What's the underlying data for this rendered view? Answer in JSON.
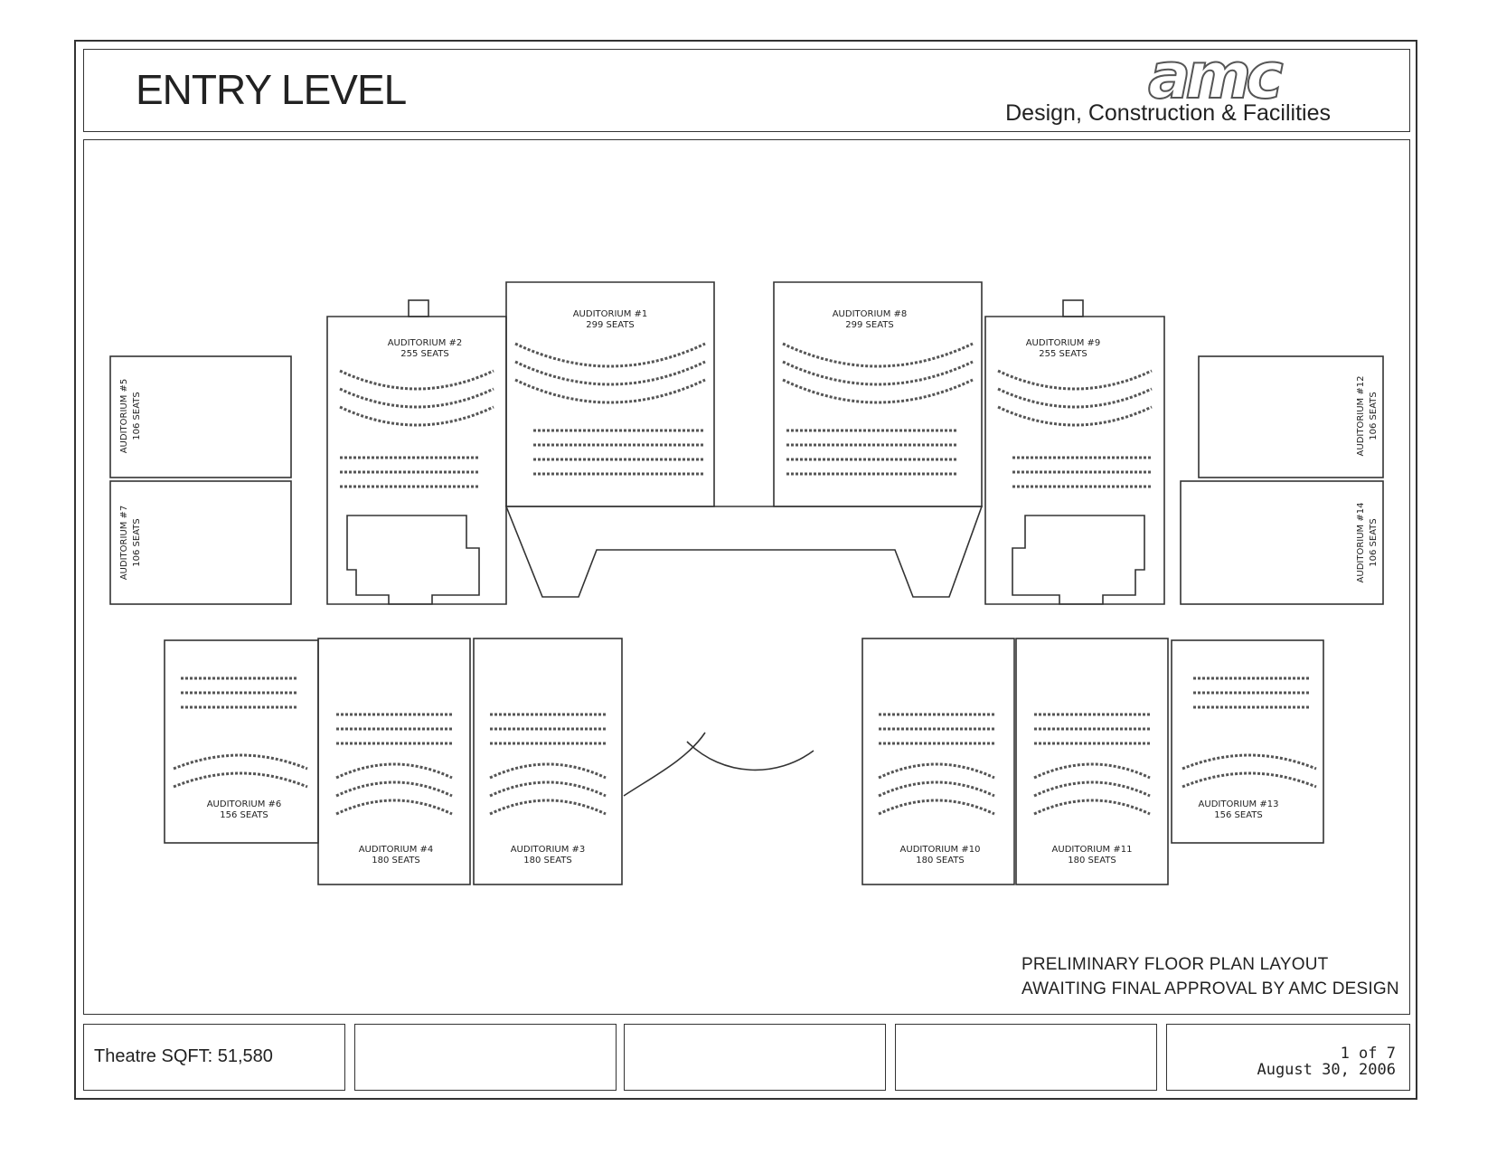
{
  "header": {
    "title": "ENTRY LEVEL",
    "logo_text": "amc",
    "tagline": "Design, Construction & Facilities"
  },
  "notes": {
    "line1": "PRELIMINARY FLOOR PLAN LAYOUT",
    "line2": "AWAITING FINAL APPROVAL BY AMC DESIGN"
  },
  "footer": {
    "sqft_label": "Theatre SQFT:",
    "sqft_value": "51,580",
    "page": "1 of 7",
    "date": "August 30, 2006"
  },
  "auditoriums": [
    {
      "id": "a1",
      "name": "AUDITORIUM #1",
      "seats": "299 SEATS"
    },
    {
      "id": "a2",
      "name": "AUDITORIUM #2",
      "seats": "255 SEATS"
    },
    {
      "id": "a3",
      "name": "AUDITORIUM #3",
      "seats": "180 SEATS"
    },
    {
      "id": "a4",
      "name": "AUDITORIUM #4",
      "seats": "180 SEATS"
    },
    {
      "id": "a5",
      "name": "AUDITORIUM #5",
      "seats": "106 SEATS"
    },
    {
      "id": "a6",
      "name": "AUDITORIUM #6",
      "seats": "156 SEATS"
    },
    {
      "id": "a7",
      "name": "AUDITORIUM #7",
      "seats": "106 SEATS"
    },
    {
      "id": "a8",
      "name": "AUDITORIUM #8",
      "seats": "299 SEATS"
    },
    {
      "id": "a9",
      "name": "AUDITORIUM #9",
      "seats": "255 SEATS"
    },
    {
      "id": "a10",
      "name": "AUDITORIUM #10",
      "seats": "180 SEATS"
    },
    {
      "id": "a11",
      "name": "AUDITORIUM #11",
      "seats": "180 SEATS"
    },
    {
      "id": "a12",
      "name": "AUDITORIUM #12",
      "seats": "106 SEATS"
    },
    {
      "id": "a13",
      "name": "AUDITORIUM #13",
      "seats": "156 SEATS"
    },
    {
      "id": "a14",
      "name": "AUDITORIUM #14",
      "seats": "106 SEATS"
    }
  ]
}
